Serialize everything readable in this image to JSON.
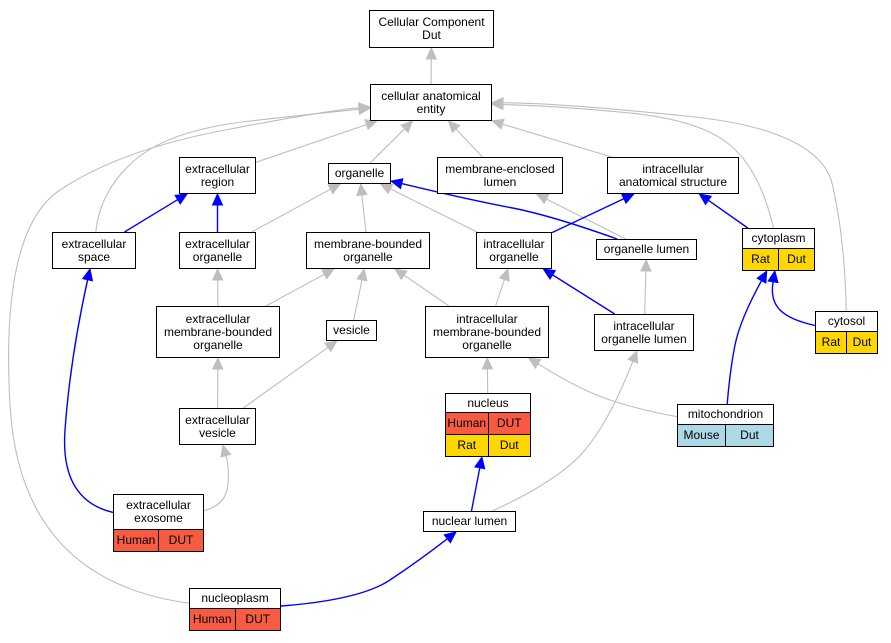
{
  "colors": {
    "edge_is_a": "#bebebe",
    "edge_part_of": "#0000ff",
    "human": "#f75c42",
    "rat": "#ffd700",
    "mouse": "#add8e6"
  },
  "nodes": [
    {
      "id": "cellular-component",
      "label": "Cellular Component\nDut",
      "rows": []
    },
    {
      "id": "cellular-anatomical-entity",
      "label": "cellular anatomical\nentity",
      "rows": []
    },
    {
      "id": "extracellular-region",
      "label": "extracellular\nregion",
      "rows": []
    },
    {
      "id": "organelle",
      "label": "organelle",
      "rows": []
    },
    {
      "id": "membrane-enclosed-lumen",
      "label": "membrane-enclosed\nlumen",
      "rows": []
    },
    {
      "id": "intracellular-anatomical-structure",
      "label": "intracellular\nanatomical structure",
      "rows": []
    },
    {
      "id": "extracellular-space",
      "label": "extracellular\nspace",
      "rows": []
    },
    {
      "id": "extracellular-organelle",
      "label": "extracellular\norganelle",
      "rows": []
    },
    {
      "id": "membrane-bounded-organelle",
      "label": "membrane-bounded\norganelle",
      "rows": []
    },
    {
      "id": "intracellular-organelle",
      "label": "intracellular\norganelle",
      "rows": []
    },
    {
      "id": "organelle-lumen",
      "label": "organelle lumen",
      "rows": []
    },
    {
      "id": "cytoplasm",
      "label": "cytoplasm",
      "rows": [
        [
          {
            "text": "Rat",
            "color": "#ffd700"
          },
          {
            "text": "Dut",
            "color": "#ffd700"
          }
        ]
      ]
    },
    {
      "id": "extracellular-membrane-bounded-organelle",
      "label": "extracellular\nmembrane-bounded\norganelle",
      "rows": []
    },
    {
      "id": "vesicle",
      "label": "vesicle",
      "rows": []
    },
    {
      "id": "intracellular-membrane-bounded-organelle",
      "label": "intracellular\nmembrane-bounded\norganelle",
      "rows": []
    },
    {
      "id": "intracellular-organelle-lumen",
      "label": "intracellular\norganelle lumen",
      "rows": []
    },
    {
      "id": "cytosol",
      "label": "cytosol",
      "rows": [
        [
          {
            "text": "Rat",
            "color": "#ffd700"
          },
          {
            "text": "Dut",
            "color": "#ffd700"
          }
        ]
      ]
    },
    {
      "id": "nucleus",
      "label": "nucleus",
      "rows": [
        [
          {
            "text": "Human",
            "color": "#f75c42"
          },
          {
            "text": "DUT",
            "color": "#f75c42"
          }
        ],
        [
          {
            "text": "Rat",
            "color": "#ffd700"
          },
          {
            "text": "Dut",
            "color": "#ffd700"
          }
        ]
      ]
    },
    {
      "id": "mitochondrion",
      "label": "mitochondrion",
      "rows": [
        [
          {
            "text": "Mouse",
            "color": "#add8e6"
          },
          {
            "text": "Dut",
            "color": "#add8e6"
          }
        ]
      ]
    },
    {
      "id": "extracellular-vesicle",
      "label": "extracellular\nvesicle",
      "rows": []
    },
    {
      "id": "extracellular-exosome",
      "label": "extracellular\nexosome",
      "rows": [
        [
          {
            "text": "Human",
            "color": "#f75c42"
          },
          {
            "text": "DUT",
            "color": "#f75c42"
          }
        ]
      ]
    },
    {
      "id": "nuclear-lumen",
      "label": "nuclear lumen",
      "rows": []
    },
    {
      "id": "nucleoplasm",
      "label": "nucleoplasm",
      "rows": [
        [
          {
            "text": "Human",
            "color": "#f75c42"
          },
          {
            "text": "DUT",
            "color": "#f75c42"
          }
        ]
      ]
    }
  ],
  "edges": [
    {
      "from": "cellular-anatomical-entity",
      "to": "cellular-component",
      "type": "is_a"
    },
    {
      "from": "extracellular-region",
      "to": "cellular-anatomical-entity",
      "type": "is_a"
    },
    {
      "from": "organelle",
      "to": "cellular-anatomical-entity",
      "type": "is_a"
    },
    {
      "from": "membrane-enclosed-lumen",
      "to": "cellular-anatomical-entity",
      "type": "is_a"
    },
    {
      "from": "intracellular-anatomical-structure",
      "to": "cellular-anatomical-entity",
      "type": "is_a"
    },
    {
      "from": "extracellular-space",
      "to": "cellular-anatomical-entity",
      "type": "is_a"
    },
    {
      "from": "cytoplasm",
      "to": "cellular-anatomical-entity",
      "type": "is_a"
    },
    {
      "from": "cytosol",
      "to": "cellular-anatomical-entity",
      "type": "is_a"
    },
    {
      "from": "nucleoplasm",
      "to": "cellular-anatomical-entity",
      "type": "is_a"
    },
    {
      "from": "extracellular-space",
      "to": "extracellular-region",
      "type": "part_of"
    },
    {
      "from": "extracellular-organelle",
      "to": "extracellular-region",
      "type": "part_of"
    },
    {
      "from": "extracellular-organelle",
      "to": "organelle",
      "type": "is_a"
    },
    {
      "from": "membrane-bounded-organelle",
      "to": "organelle",
      "type": "is_a"
    },
    {
      "from": "intracellular-organelle",
      "to": "organelle",
      "type": "is_a"
    },
    {
      "from": "organelle-lumen",
      "to": "organelle",
      "type": "part_of"
    },
    {
      "from": "organelle-lumen",
      "to": "membrane-enclosed-lumen",
      "type": "is_a"
    },
    {
      "from": "intracellular-organelle",
      "to": "intracellular-anatomical-structure",
      "type": "part_of"
    },
    {
      "from": "cytoplasm",
      "to": "intracellular-anatomical-structure",
      "type": "part_of"
    },
    {
      "from": "extracellular-membrane-bounded-organelle",
      "to": "extracellular-organelle",
      "type": "is_a"
    },
    {
      "from": "extracellular-membrane-bounded-organelle",
      "to": "membrane-bounded-organelle",
      "type": "is_a"
    },
    {
      "from": "vesicle",
      "to": "membrane-bounded-organelle",
      "type": "is_a"
    },
    {
      "from": "intracellular-membrane-bounded-organelle",
      "to": "membrane-bounded-organelle",
      "type": "is_a"
    },
    {
      "from": "intracellular-membrane-bounded-organelle",
      "to": "intracellular-organelle",
      "type": "is_a"
    },
    {
      "from": "intracellular-organelle-lumen",
      "to": "intracellular-organelle",
      "type": "part_of"
    },
    {
      "from": "intracellular-organelle-lumen",
      "to": "organelle-lumen",
      "type": "is_a"
    },
    {
      "from": "cytosol",
      "to": "cytoplasm",
      "type": "part_of"
    },
    {
      "from": "mitochondrion",
      "to": "cytoplasm",
      "type": "part_of"
    },
    {
      "from": "mitochondrion",
      "to": "intracellular-membrane-bounded-organelle",
      "type": "is_a"
    },
    {
      "from": "nucleus",
      "to": "intracellular-membrane-bounded-organelle",
      "type": "is_a"
    },
    {
      "from": "extracellular-vesicle",
      "to": "extracellular-membrane-bounded-organelle",
      "type": "is_a"
    },
    {
      "from": "extracellular-vesicle",
      "to": "vesicle",
      "type": "is_a"
    },
    {
      "from": "extracellular-exosome",
      "to": "extracellular-vesicle",
      "type": "is_a"
    },
    {
      "from": "extracellular-exosome",
      "to": "extracellular-space",
      "type": "part_of"
    },
    {
      "from": "nuclear-lumen",
      "to": "nucleus",
      "type": "part_of"
    },
    {
      "from": "nuclear-lumen",
      "to": "intracellular-organelle-lumen",
      "type": "is_a"
    },
    {
      "from": "nucleoplasm",
      "to": "nuclear-lumen",
      "type": "part_of"
    }
  ]
}
